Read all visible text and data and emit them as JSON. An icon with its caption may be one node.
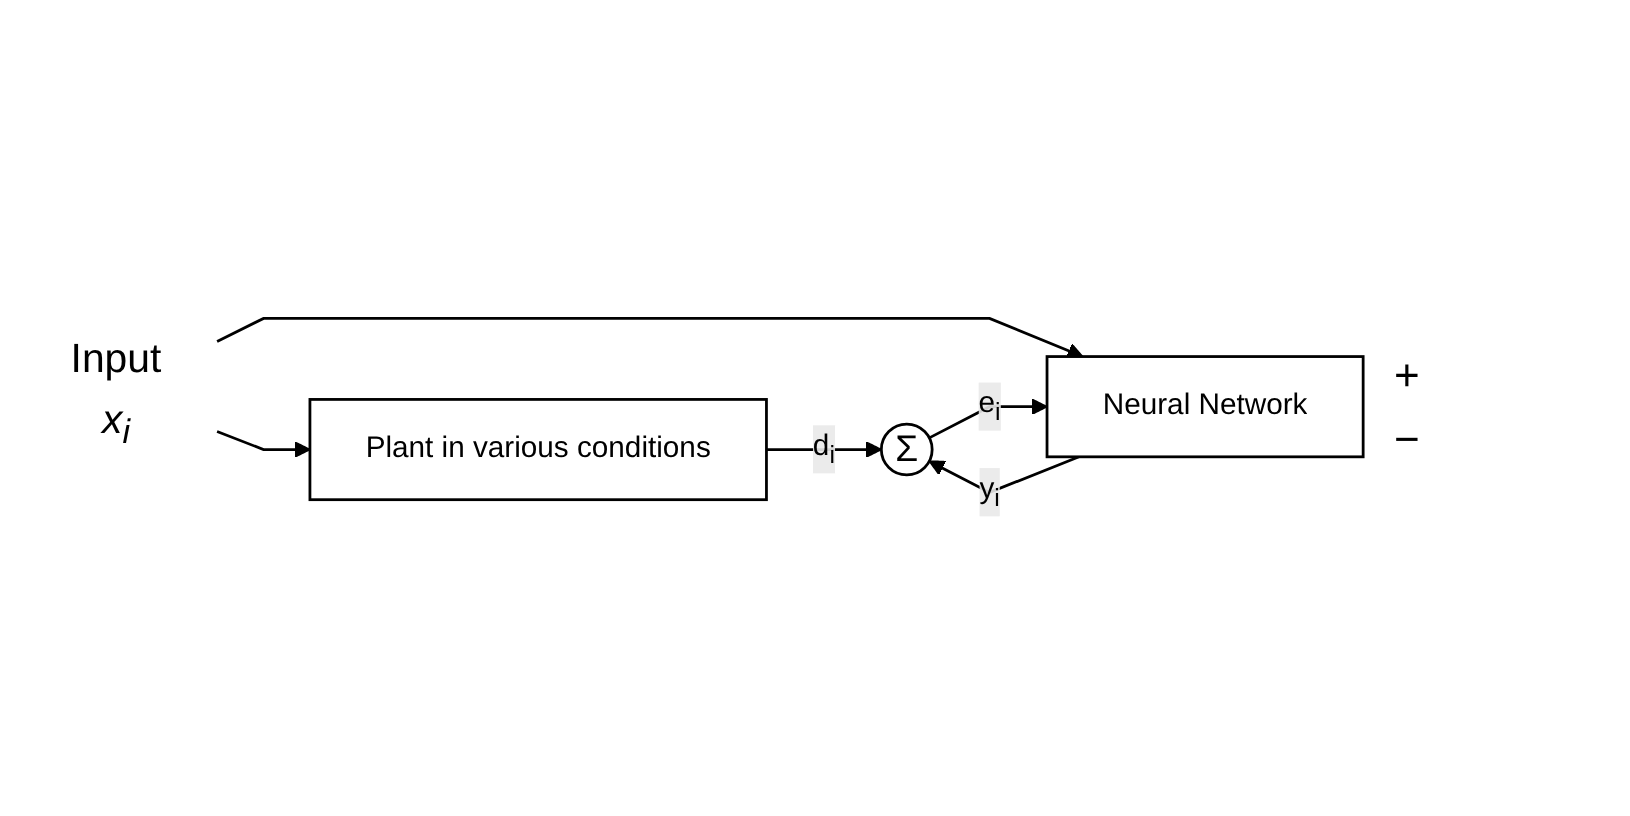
{
  "diagram": {
    "nodes": [
      {
        "text": [
          "Input"
        ],
        "beside": [
          "x$_{i}$"
        ]
      },
      {
        "text": [
          "Plant in various conditions"
        ]
      },
      {
        "text": [
          "Neural Network"
        ]
      },
      {
        "text": [
          "Σ"
        ]
      }
    ],
    "edges": [
      {
        "from": 0,
        "to": 1,
        "arrow": "to"
      },
      {
        "from": 0,
        "to": 2,
        "arrow": "to"
      },
      {
        "from": 1,
        "to": 3,
        "arrow": "to",
        "label": "d$_{i}$"
      },
      {
        "from": 2,
        "to": 3,
        "arrow": "to",
        "label": "y$_{i}$"
      },
      {
        "from": 3,
        "to": 2,
        "arrow": "to",
        "label": "e$_{i}$"
      }
    ],
    "labels": [
      "+",
      "−"
    ]
  }
}
